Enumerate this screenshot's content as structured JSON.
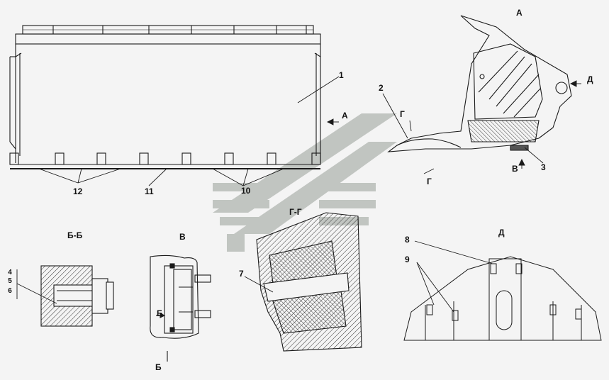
{
  "views": {
    "a": "А",
    "bb": "Б-Б",
    "v": "В",
    "gg": "Г-Г",
    "d": "Д"
  },
  "callouts": {
    "c1": "1",
    "c2": "2",
    "c3": "3",
    "c7": "7",
    "c8": "8",
    "c9": "9",
    "c10": "10",
    "c11": "11",
    "c12": "12",
    "stack": [
      "4",
      "5",
      "6"
    ]
  },
  "section_marks": {
    "arrow_a": "А",
    "arrow_d": "Д",
    "arrow_v": "В",
    "g_top": "Г",
    "g_bottom": "Г",
    "b_side": "Б",
    "b_bottom": "Б"
  },
  "colors": {
    "line": "#1a1a1a",
    "hatch": "#333333",
    "watermark": "#b9bdb9"
  }
}
